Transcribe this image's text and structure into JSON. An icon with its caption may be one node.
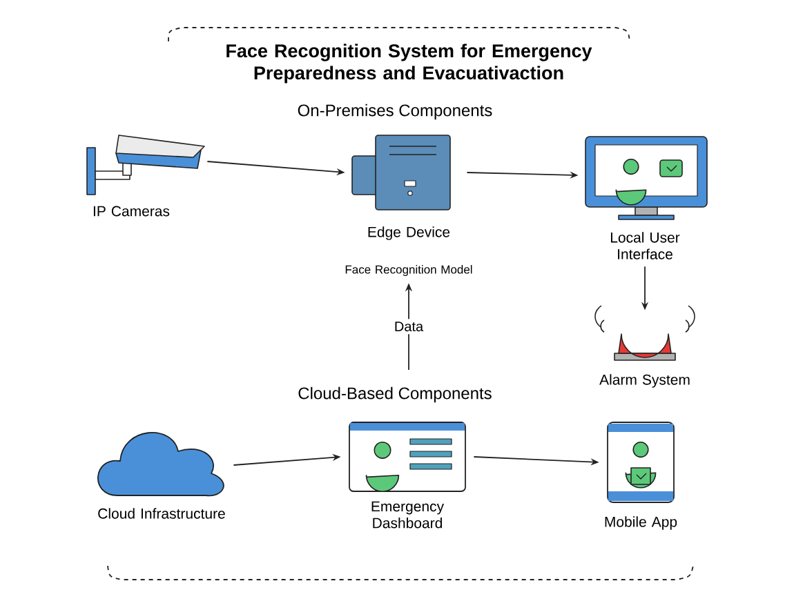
{
  "diagram": {
    "title": "Face Recognition System for Emergency Preparedness and Evacuativaction",
    "nodes": [
      {
        "text": [
          "IP Cameras"
        ]
      },
      {
        "text": [
          "Edge Device",
          "Face Recognition Model"
        ]
      },
      {
        "text": [
          "Local User Interface"
        ]
      },
      {
        "text": [
          "Alarm System"
        ]
      },
      {
        "text": [
          "Cloud Infrastructure"
        ]
      },
      {
        "text": [
          "Emergency Dashboard"
        ]
      },
      {
        "text": [
          "Mobile App"
        ]
      }
    ],
    "edges": [
      {
        "from": 0,
        "to": 1,
        "arrow": "to"
      },
      {
        "from": 1,
        "to": 2,
        "arrow": "to"
      },
      {
        "from": 2,
        "to": 3,
        "arrow": "to"
      },
      {
        "from": null,
        "to": 1,
        "arrow": "to",
        "label": "Data"
      },
      {
        "from": 4,
        "to": 5,
        "arrow": "to"
      },
      {
        "from": 5,
        "to": 6,
        "arrow": "to"
      }
    ],
    "labels": [
      "On-Premises Components",
      "Cloud-Based Components"
    ]
  }
}
